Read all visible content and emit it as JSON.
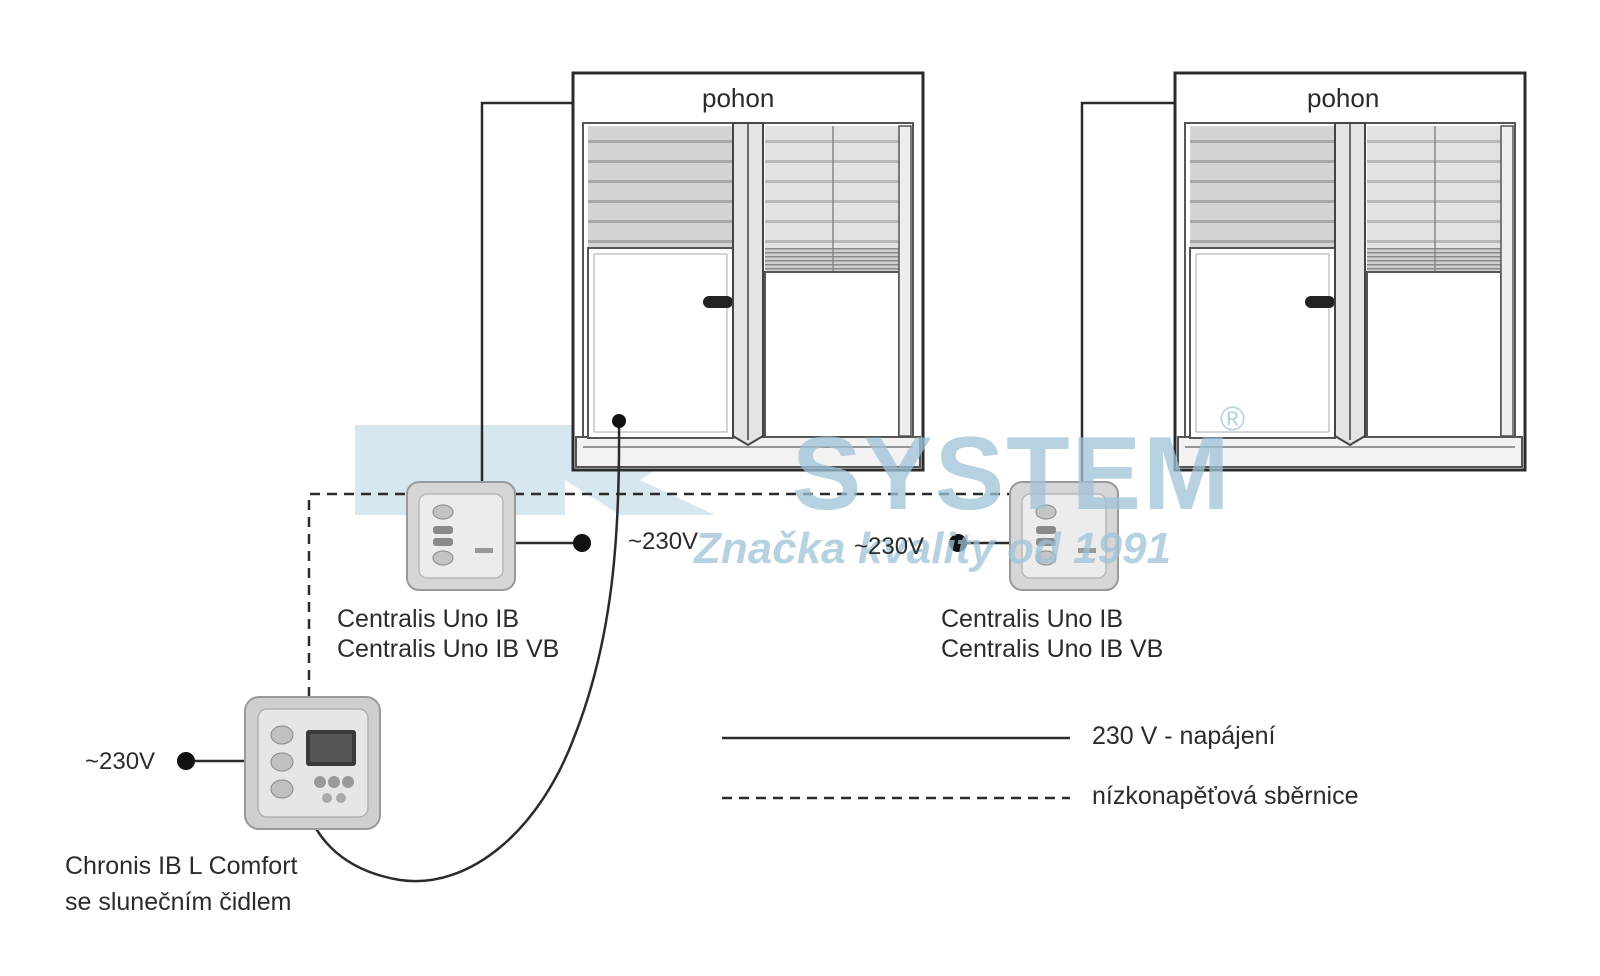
{
  "windows": [
    {
      "motor_label": "pohon"
    },
    {
      "motor_label": "pohon"
    }
  ],
  "controllers": [
    {
      "line1": "Centralis Uno IB",
      "line2": "Centralis Uno IB VB",
      "supply": "~230V"
    },
    {
      "line1": "Centralis Uno IB",
      "line2": "Centralis Uno IB VB",
      "supply": "~230V"
    }
  ],
  "timer": {
    "line1": "Chronis IB L Comfort",
    "line2": "se slunečním čidlem",
    "supply": "~230V"
  },
  "legend": {
    "solid": "230 V - napájení",
    "dashed": "nízkonapěťová sběrnice"
  },
  "watermark": {
    "brand": "SYSTEM",
    "tagline": "Značka kvality od 1991",
    "registered": "®",
    "color": "#9ec3d8"
  }
}
